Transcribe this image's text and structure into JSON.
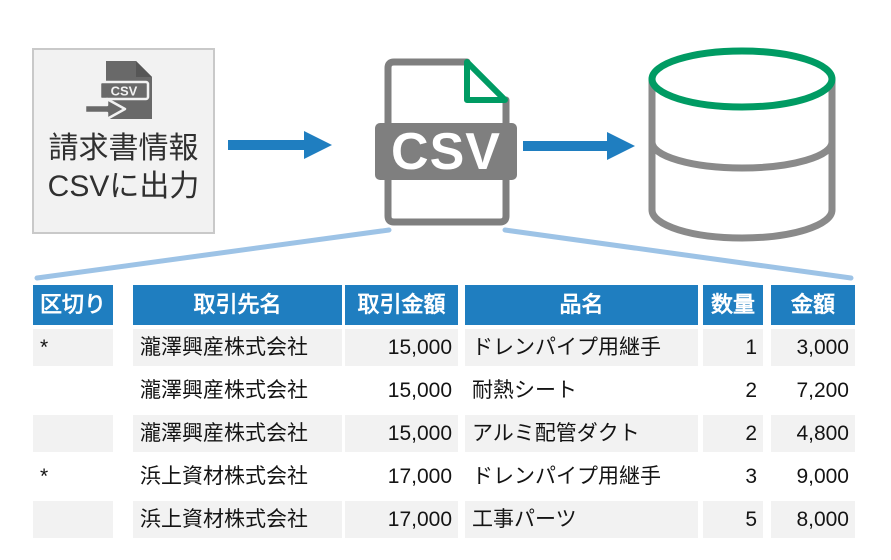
{
  "colors": {
    "blue": "#1f7ec0",
    "light_blue": "#9dc3e6",
    "green": "#009b63",
    "file_gray": "#7f7f7f",
    "db_gray": "#8a8a8a",
    "icon_gray": "#696969",
    "button_bg": "#f2f2f2",
    "row_shade": "#f2f2f2"
  },
  "icons": {
    "export": "csv-export-icon",
    "file": "csv-file-icon",
    "database": "database-icon",
    "arrow": "right-arrow-icon"
  },
  "export_button": {
    "label_line1": "請求書情報",
    "label_line2": "CSVに出力",
    "icon_label": "CSV"
  },
  "csv_file": {
    "label": "CSV"
  },
  "table": {
    "headers": [
      "区切り",
      "取引先名",
      "取引金額",
      "品名",
      "数量",
      "金額"
    ],
    "rows": [
      [
        "*",
        "瀧澤興産株式会社",
        "15,000",
        "ドレンパイプ用継手",
        "1",
        "3,000"
      ],
      [
        "",
        "瀧澤興産株式会社",
        "15,000",
        "耐熱シート",
        "2",
        "7,200"
      ],
      [
        "",
        "瀧澤興産株式会社",
        "15,000",
        "アルミ配管ダクト",
        "2",
        "4,800"
      ],
      [
        "*",
        "浜上資材株式会社",
        "17,000",
        "ドレンパイプ用継手",
        "3",
        "9,000"
      ],
      [
        "",
        "浜上資材株式会社",
        "17,000",
        "工事パーツ",
        "5",
        "8,000"
      ]
    ]
  }
}
